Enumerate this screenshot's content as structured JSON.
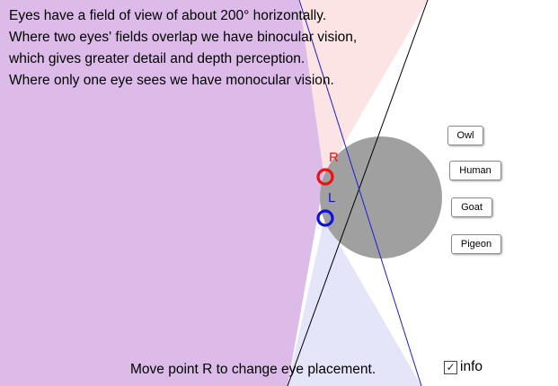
{
  "info_text": [
    "Eyes have a field of view of about 200° horizontally.",
    "Where two eyes' fields overlap we have binocular vision,",
    "which gives greater detail and depth perception.",
    "Where only one eye sees we have monocular vision."
  ],
  "caption": "Move point R to change eye placement.",
  "points": {
    "right_label": "R",
    "left_label": "L"
  },
  "buttons": {
    "owl": "Owl",
    "human": "Human",
    "goat": "Goat",
    "pigeon": "Pigeon"
  },
  "info_checkbox": {
    "label": "info",
    "checked": true,
    "check_glyph": "✓"
  },
  "colors": {
    "left_eye_field": "#dcbbe9",
    "right_eye_field": "#fde4e4",
    "binocular_overlap": "#e5e5fa",
    "head": "#a0a0a0",
    "right_eye": "#ee1111",
    "left_eye": "#1111dd",
    "boundary_black": "#000000",
    "boundary_blue": "#1c1cd6"
  }
}
